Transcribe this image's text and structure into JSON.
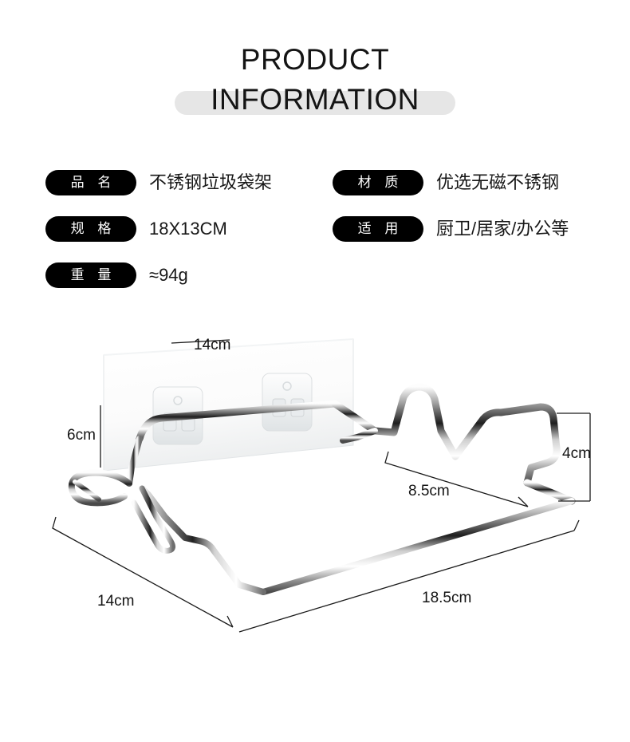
{
  "header": {
    "title_line1": "PRODUCT",
    "title_line2": "INFORMATION",
    "highlight_color": "#e6e6e6"
  },
  "specs": {
    "pill_color": "#000000",
    "pill_text_color": "#ffffff",
    "left_column": [
      {
        "label": "品 名",
        "value": "不锈钢垃圾袋架"
      },
      {
        "label": "规 格",
        "value": "18X13CM"
      },
      {
        "label": "重 量",
        "value": "≈94g"
      }
    ],
    "right_column": [
      {
        "label": "材 质",
        "value": "优选无磁不锈钢"
      },
      {
        "label": "适 用",
        "value": "厨卫/居家/办公等"
      }
    ]
  },
  "product_photo": {
    "description": "stainless-steel-trash-bag-holder-rack",
    "dimensions": {
      "top_width": "14cm",
      "panel_height": "6cm",
      "hook_height": "4cm",
      "hook_span": "8.5cm",
      "depth": "14cm",
      "length": "18.5cm"
    }
  }
}
